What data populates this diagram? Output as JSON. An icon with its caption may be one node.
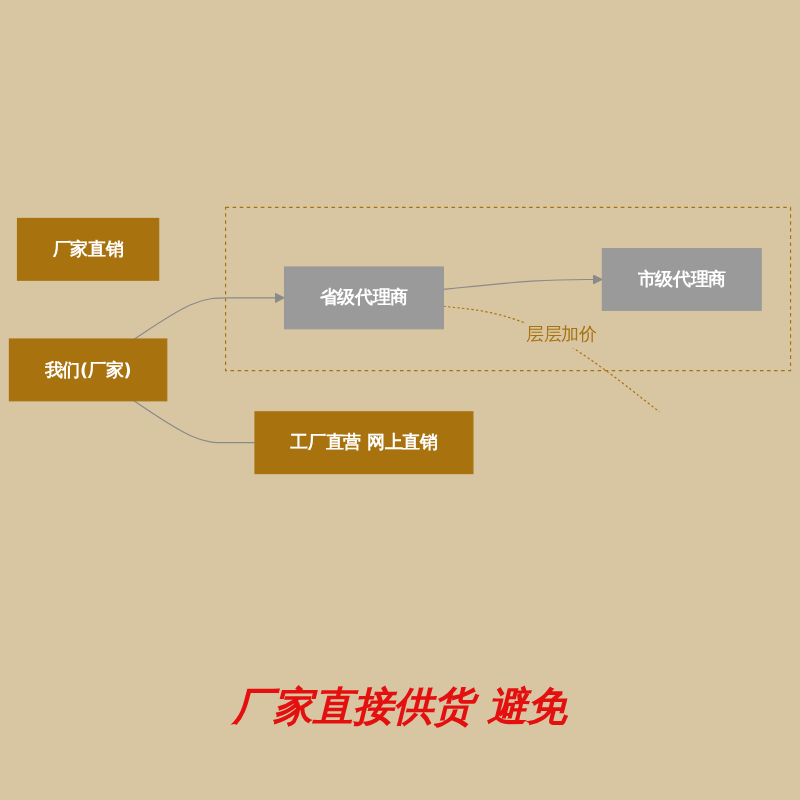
{
  "diagram": {
    "nodes": [
      {
        "text": [
          "厂家直销"
        ]
      },
      {
        "text": [
          "工厂直营 网上直销"
        ]
      },
      {
        "text": [
          "我们(厂家)"
        ]
      },
      {
        "text": [],
        "shape": "box"
      },
      {
        "text": [
          "省级代理商"
        ],
        "in": 3
      },
      {
        "text": [
          "市级代理商"
        ],
        "in": 3
      }
    ],
    "edges": [
      {
        "from": 2,
        "to": 1,
        "arrow": "none"
      },
      {
        "from": 2,
        "to": 4,
        "arrow": "to"
      },
      {
        "from": 4,
        "to": 5,
        "arrow": "to"
      },
      {
        "from": 4,
        "to": null,
        "arrow": "none",
        "label": "层层加价",
        "style": "dashed",
        "color": "#a8720f"
      }
    ],
    "labels": [
      "厂家直接供货 避免"
    ]
  }
}
